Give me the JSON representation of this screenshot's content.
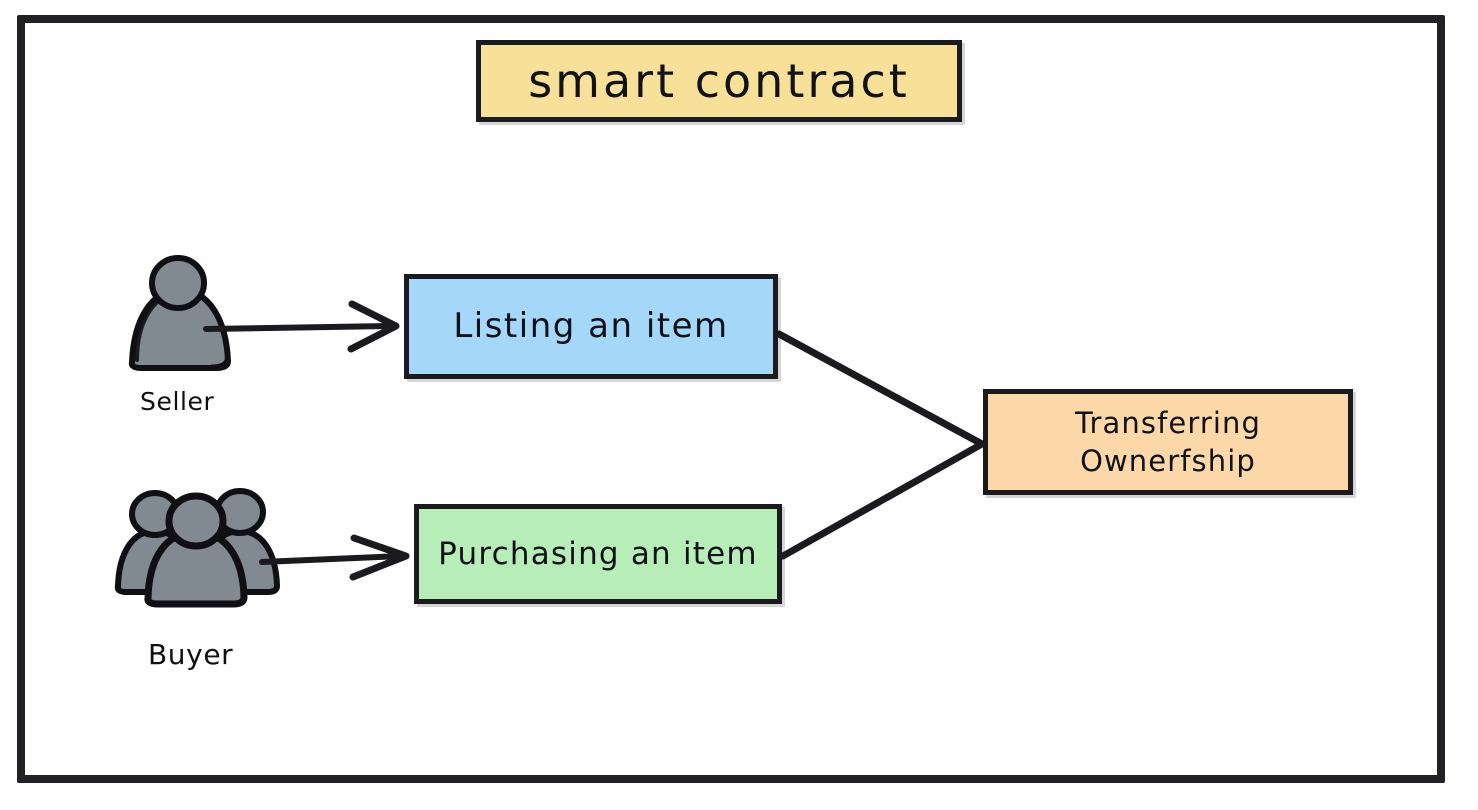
{
  "diagram": {
    "type": "flowchart",
    "title": "smart contract",
    "frame": {
      "name": "diagram-border"
    },
    "nodes": [
      {
        "id": "title",
        "label": "smart contract",
        "shape": "rectangle",
        "fill": "#F7E199",
        "stroke": "#1b1b1f"
      },
      {
        "id": "listing",
        "label": "Listing an item",
        "shape": "rectangle",
        "fill": "#A5D8F8",
        "stroke": "#1b1b1f"
      },
      {
        "id": "purchasing",
        "label": "Purchasing an item",
        "shape": "rectangle",
        "fill": "#B7EDB7",
        "stroke": "#1b1b1f"
      },
      {
        "id": "transferring",
        "label": "Transferring\nOwnerfship",
        "shape": "rectangle",
        "fill": "#FCD7A8",
        "stroke": "#1b1b1f"
      }
    ],
    "actors": [
      {
        "id": "seller",
        "caption": "Seller",
        "icon": "single-person-icon",
        "fill": "#808A90",
        "stroke": "#101014"
      },
      {
        "id": "buyer",
        "caption": "Buyer",
        "icon": "group-of-people-icon",
        "fill": "#808A90",
        "stroke": "#101014"
      }
    ],
    "edges": [
      {
        "id": "seller-to-listing",
        "from": "seller",
        "to": "listing",
        "style": "arrow",
        "label": ""
      },
      {
        "id": "buyer-to-purchasing",
        "from": "buyer",
        "to": "purchasing",
        "style": "arrow",
        "label": ""
      },
      {
        "id": "listing-to-transferring",
        "from": "listing",
        "to": "transferring",
        "style": "line",
        "label": ""
      },
      {
        "id": "purchasing-to-transferring",
        "from": "purchasing",
        "to": "transferring",
        "style": "line",
        "label": ""
      }
    ],
    "colors": {
      "background": "#ffffff",
      "ink": "#1b1b1f",
      "title_fill": "#F7E199",
      "listing_fill": "#A5D8F8",
      "purchasing_fill": "#B7EDB7",
      "transferring_fill": "#FCD7A8",
      "actor_fill": "#808A90"
    }
  }
}
